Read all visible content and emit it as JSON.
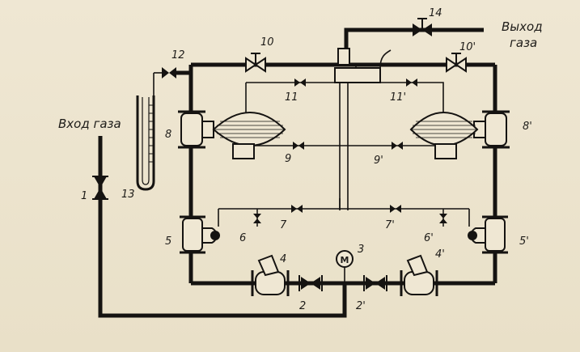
{
  "labels": {
    "gas_inlet": "Вход газа",
    "gas_outlet_line1": "Выход",
    "gas_outlet_line2": "газа"
  },
  "components": [
    {
      "id": "1",
      "text": "1"
    },
    {
      "id": "2",
      "text": "2"
    },
    {
      "id": "2p",
      "text": "2'"
    },
    {
      "id": "3",
      "text": "3"
    },
    {
      "id": "4",
      "text": "4"
    },
    {
      "id": "4p",
      "text": "4'"
    },
    {
      "id": "5",
      "text": "5"
    },
    {
      "id": "5p",
      "text": "5'"
    },
    {
      "id": "6",
      "text": "6"
    },
    {
      "id": "6p",
      "text": "6'"
    },
    {
      "id": "7",
      "text": "7"
    },
    {
      "id": "7p",
      "text": "7'"
    },
    {
      "id": "8",
      "text": "8"
    },
    {
      "id": "8p",
      "text": "8'"
    },
    {
      "id": "9",
      "text": "9"
    },
    {
      "id": "9p",
      "text": "9'"
    },
    {
      "id": "10",
      "text": "10"
    },
    {
      "id": "10p",
      "text": "10'"
    },
    {
      "id": "11",
      "text": "11"
    },
    {
      "id": "11p",
      "text": "11'"
    },
    {
      "id": "12",
      "text": "12"
    },
    {
      "id": "13",
      "text": "13"
    },
    {
      "id": "14",
      "text": "14"
    }
  ],
  "manometer_symbol": "M"
}
